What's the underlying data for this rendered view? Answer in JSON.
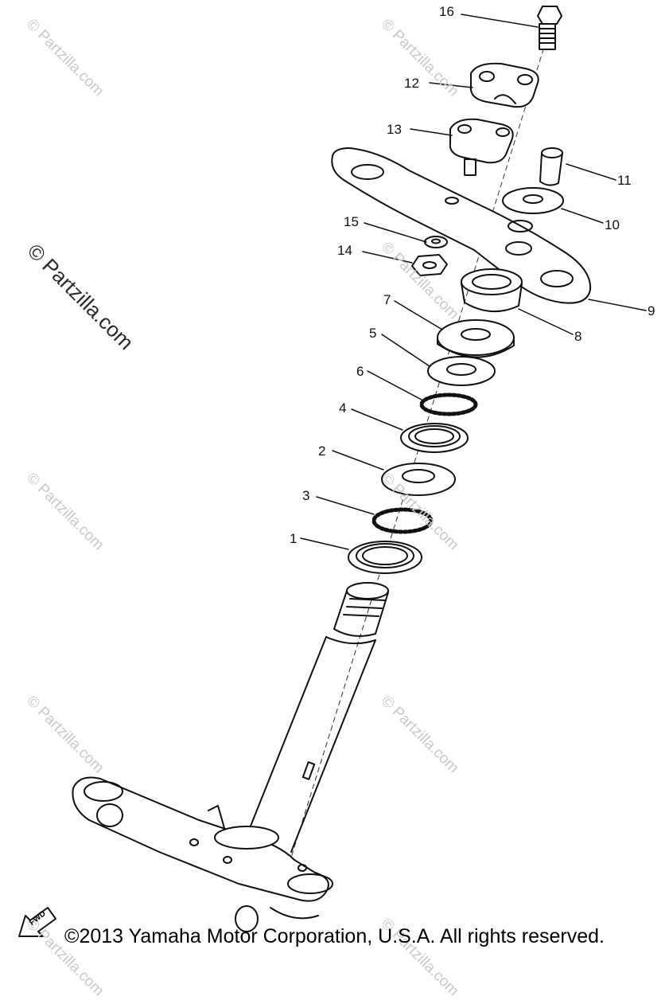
{
  "watermarks": [
    "© Partzilla.com",
    "© Partzilla.com",
    "© Partzilla.com",
    "© Partzilla.com",
    "© Partzilla.com",
    "© Partzilla.com",
    "© Partzilla.com",
    "© Partzilla.com",
    "© Partzilla.com",
    "© Partzilla.com"
  ],
  "callouts": {
    "p1": "1",
    "p2": "2",
    "p3": "3",
    "p4": "4",
    "p5": "5",
    "p6": "6",
    "p7": "7",
    "p8": "8",
    "p9": "9",
    "p10": "10",
    "p11": "11",
    "p12": "12",
    "p13": "13",
    "p14": "14",
    "p15": "15",
    "p16": "16"
  },
  "fwd_label": "FWD",
  "copyright": "©2013 Yamaha Motor Corporation, U.S.A. All rights reserved."
}
